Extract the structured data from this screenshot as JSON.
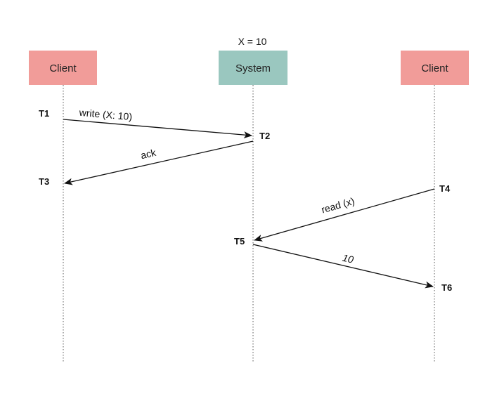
{
  "state": {
    "text": "X = 10"
  },
  "participants": [
    {
      "label": "Client",
      "color": "#f19c99"
    },
    {
      "label": "System",
      "color": "#9ac7bf"
    },
    {
      "label": "Client",
      "color": "#f19c99"
    }
  ],
  "time_points": [
    "T1",
    "T2",
    "T3",
    "T4",
    "T5",
    "T6"
  ],
  "messages": [
    {
      "label": "write (X: 10)",
      "from": "T1",
      "to": "T2"
    },
    {
      "label": "ack",
      "from": "T2",
      "to": "T3"
    },
    {
      "label": "read (x)",
      "from": "T4",
      "to": "T5"
    },
    {
      "label": "10",
      "from": "T5",
      "to": "T6"
    }
  ],
  "colors": {
    "line": "#111111",
    "lifeline": "#555555"
  }
}
